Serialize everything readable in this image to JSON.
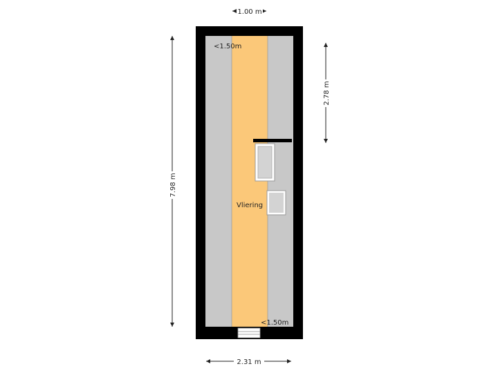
{
  "floorplan": {
    "room_label": "Vliering",
    "low_ceiling_top": "<1.50m",
    "low_ceiling_bottom": "<1.50m"
  },
  "dimensions": {
    "top_width": "1.00 m",
    "bottom_width": "2.31 m",
    "left_height": "7.98 m",
    "right_height": "2.78 m"
  },
  "colors": {
    "wall": "#000000",
    "floor_low": "#c8c8c8",
    "floor_main": "#fbc879",
    "opening": "#d3d3d3",
    "dimension_line": "#222222"
  }
}
